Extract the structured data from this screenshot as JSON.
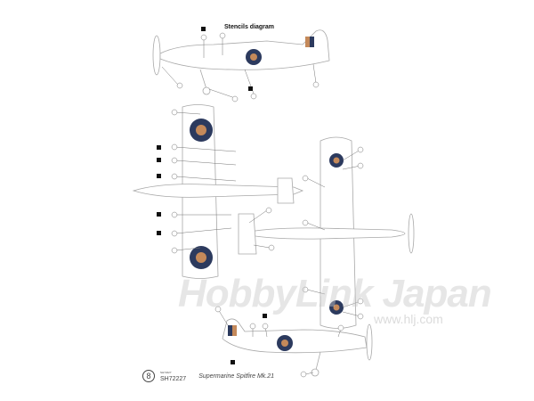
{
  "diagram": {
    "title": "Stencils diagram",
    "page_number": "8",
    "kit_code_small": "SH72227",
    "kit_code": "SH72227",
    "kit_name": "Supermarine Spitfire Mk.21",
    "watermark": "HobbyLink Japan",
    "watermark_url": "www.hlj.com",
    "colors": {
      "roundel_blue": "#2c3a5e",
      "roundel_red": "#c4895a",
      "line": "#9a9a9a"
    }
  }
}
